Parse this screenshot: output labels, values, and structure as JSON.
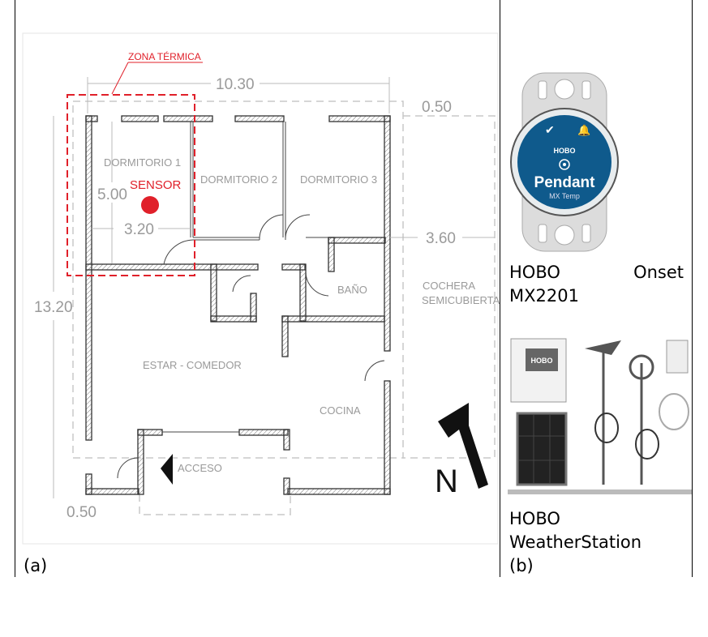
{
  "figure": {
    "panel_a": {
      "caption": "(a)",
      "plan": {
        "zone_label": "ZONA TÉRMICA",
        "sensor_label": "SENSOR",
        "rooms": [
          "DORMITORIO 1",
          "DORMITORIO 2",
          "DORMITORIO 3",
          "BAÑO",
          "COCHERA",
          "SEMICUBIERTA",
          "ESTAR - COMEDOR",
          "COCINA",
          "ACCESO"
        ],
        "dimensions": {
          "width": "10.30",
          "offset_top": "0.50",
          "room_height": "5.00",
          "room_width": "3.20",
          "garage_width": "3.60",
          "total_height": "13.20",
          "offset_bottom": "0.50"
        },
        "north": "N"
      }
    },
    "panel_b": {
      "caption": "(b)",
      "device1": {
        "label_a": "HOBO",
        "label_b": "Onset",
        "label_c": "MX2201",
        "brand": "HOBO",
        "name": "Pendant",
        "model": "MX Temp"
      },
      "device2": {
        "label_a": "HOBO",
        "label_b": "WeatherStation",
        "brand": "HOBO"
      }
    },
    "colors": {
      "accent_red": "#e0202a",
      "pendant_blue": "#0f5a8c"
    }
  }
}
